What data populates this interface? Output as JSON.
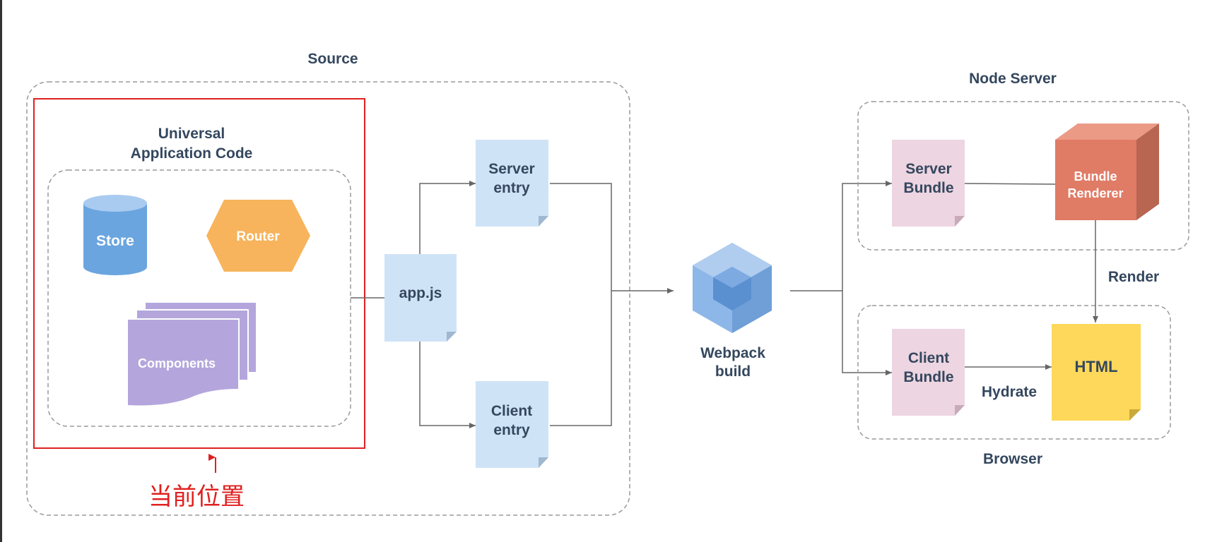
{
  "diagram": {
    "source_group": {
      "label": "Source"
    },
    "universal_group": {
      "label_line1": "Universal",
      "label_line2": "Application Code"
    },
    "store": {
      "label": "Store"
    },
    "router": {
      "label": "Router"
    },
    "components": {
      "label": "Components"
    },
    "app_js": {
      "label": "app.js"
    },
    "server_entry": {
      "line1": "Server",
      "line2": "entry"
    },
    "client_entry": {
      "line1": "Client",
      "line2": "entry"
    },
    "webpack": {
      "line1": "Webpack",
      "line2": "build"
    },
    "node_server_group": {
      "label": "Node Server"
    },
    "server_bundle": {
      "line1": "Server",
      "line2": "Bundle"
    },
    "bundle_renderer": {
      "line1": "Bundle",
      "line2": "Renderer"
    },
    "render_edge": {
      "label": "Render"
    },
    "browser_group": {
      "label": "Browser"
    },
    "client_bundle": {
      "line1": "Client",
      "line2": "Bundle"
    },
    "html_node": {
      "label": "HTML"
    },
    "hydrate_edge": {
      "label": "Hydrate"
    },
    "annotation": {
      "text": "当前位置"
    }
  },
  "colors": {
    "text": "#34475e",
    "entry_fill": "#cfe3f6",
    "bundle_fill": "#edd5e1",
    "store": "#6aa5e0",
    "router": "#f7b45c",
    "components": "#b4a6dc",
    "renderer": "#e07b65",
    "html": "#fdd85a",
    "webpack": "#8db7e8",
    "highlight": "#e02020",
    "line": "#666666"
  }
}
